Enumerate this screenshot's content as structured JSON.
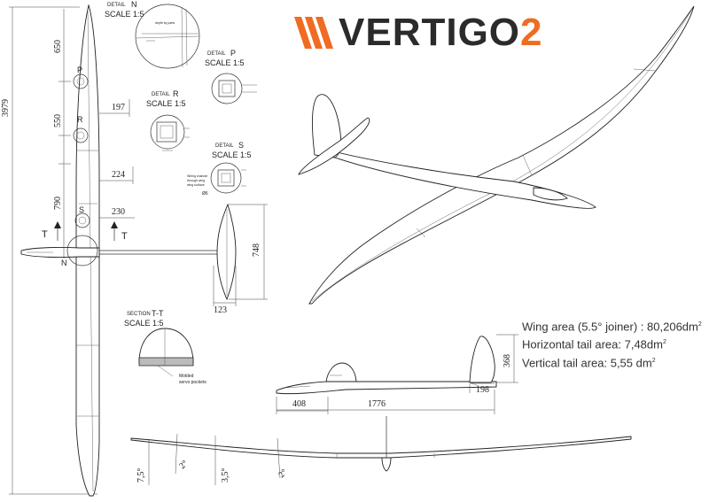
{
  "logo": {
    "main": "VERTIGO",
    "accent": "2",
    "accent_color": "#ef6c22"
  },
  "overall": {
    "length": "3979"
  },
  "fuselage_dims": {
    "d650": "650",
    "d550": "550",
    "d790": "790",
    "w197": "197",
    "w224": "224",
    "w230": "230"
  },
  "markers": {
    "p": "P",
    "r": "R",
    "s": "S",
    "n": "N",
    "t_left": "T",
    "t_right": "T"
  },
  "details": {
    "n": {
      "prefix": "DETAIL",
      "letter": "N",
      "scale": "SCALE 1:5"
    },
    "p": {
      "prefix": "DETAIL",
      "letter": "P",
      "scale": "SCALE 1:5"
    },
    "r": {
      "prefix": "DETAIL",
      "letter": "R",
      "scale": "SCALE 1:5"
    },
    "s": {
      "prefix": "DETAIL",
      "letter": "S",
      "scale": "SCALE 1:5"
    }
  },
  "htail": {
    "span": "748",
    "chord": "123"
  },
  "section": {
    "prefix": "SECTION",
    "letter": "T-T",
    "scale": "SCALE 1:5",
    "note1": "Molded",
    "note2": "servo pockets"
  },
  "side_view": {
    "nose_len": "408",
    "total_len": "1776",
    "fin_chord": "198",
    "fin_height": "368"
  },
  "front_view": {
    "a1": "7,5°",
    "a2": "2°",
    "a3": "3,5°",
    "a4": "2°"
  },
  "specs": {
    "wing_area_label": "Wing area (5.5° joiner) : 80,206dm",
    "htail_area_label": "Horizontal tail area: 7,48dm",
    "vtail_area_label": "Vertical tail area: 5,55 dm",
    "unit_sup": "2"
  }
}
